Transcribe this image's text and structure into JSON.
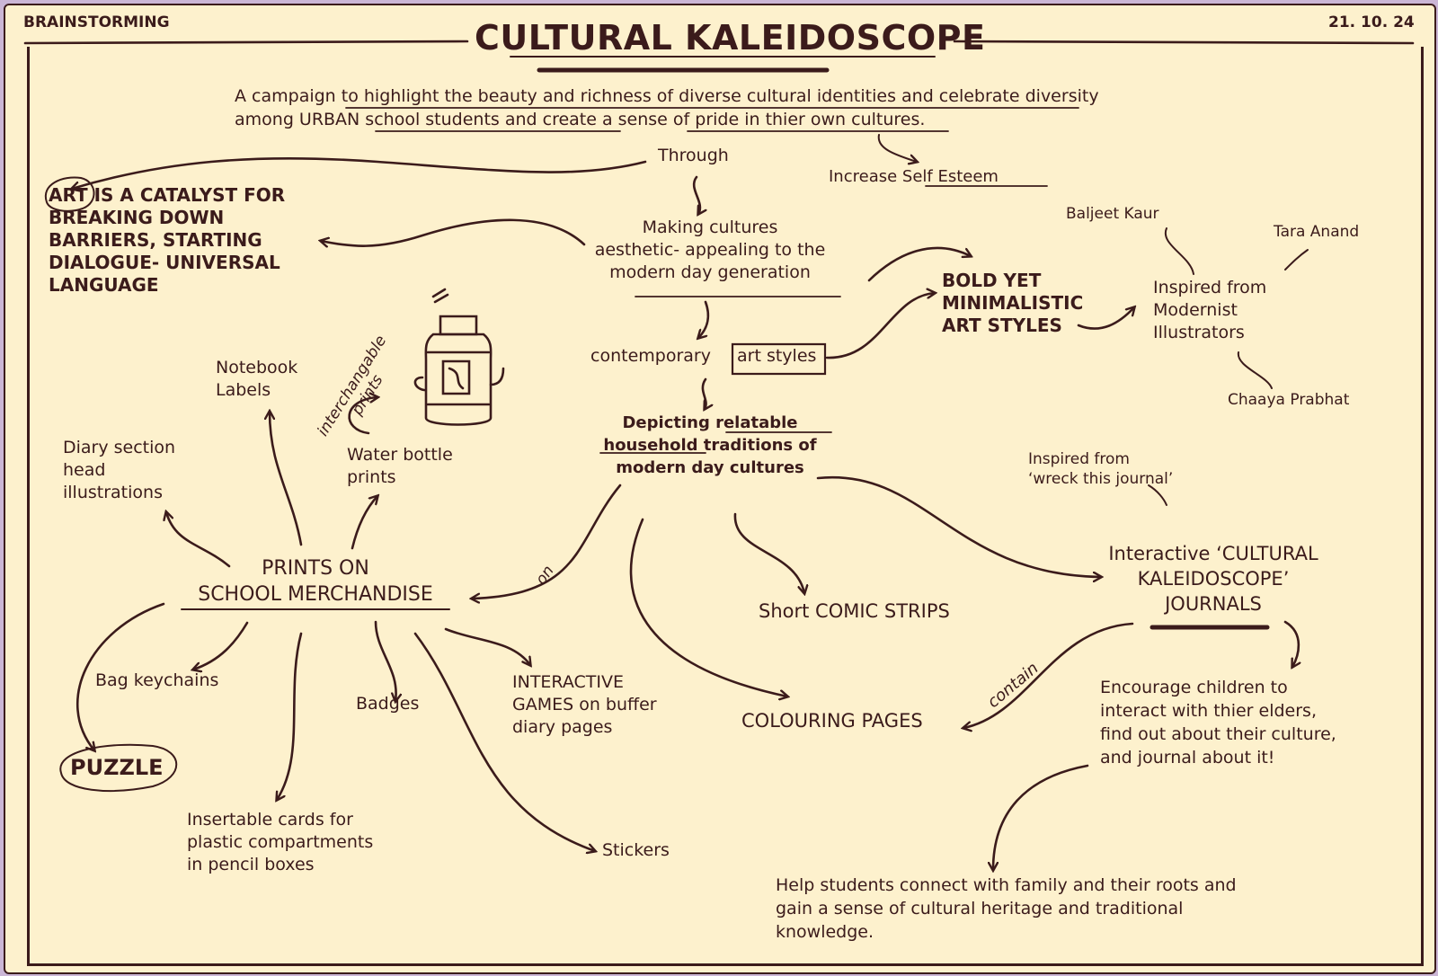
{
  "header": {
    "left_label": "BRAINSTORMING",
    "title": "CULTURAL KALEIDOSCOPE",
    "date": "21. 10. 24"
  },
  "intro": {
    "line1": "A campaign to highlight the beauty and richness of diverse cultural identities and celebrate diversity",
    "line2": "among URBAN school students and create a sense of pride in thier own cultures."
  },
  "nodes": {
    "through": "Through",
    "increase_self_esteem": "Increase Self Esteem",
    "art_catalyst": [
      "ART IS A CATALYST FOR",
      "BREAKING DOWN",
      "BARRIERS, STARTING",
      "DIALOGUE- UNIVERSAL",
      "LANGUAGE"
    ],
    "making_cultures": [
      "Making cultures",
      "aesthetic- appealing to the",
      "modern day generation"
    ],
    "bold_yet": [
      "BOLD YET",
      "MINIMALISTIC",
      "ART STYLES"
    ],
    "inspired_modernist": [
      "Inspired from",
      "Modernist",
      "Illustrators"
    ],
    "baljeet": "Baljeet Kaur",
    "tara": "Tara Anand",
    "chaaya": "Chaaya Prabhat",
    "contemporary": "contemporary",
    "art_styles": "art styles",
    "interchangable": [
      "interchangable",
      "prints"
    ],
    "depicting": [
      "Depicting relatable",
      "household traditions of",
      "modern day cultures"
    ],
    "notebook_labels": [
      "Notebook",
      "Labels"
    ],
    "water_bottle": [
      "Water bottle",
      "prints"
    ],
    "diary_section": [
      "Diary section",
      "head",
      "illustrations"
    ],
    "prints_on": [
      "PRINTS ON",
      "SCHOOL MERCHANDISE"
    ],
    "on_label": "on",
    "bag_keychains": "Bag keychains",
    "badges": "Badges",
    "interactive_games": [
      "INTERACTIVE",
      "GAMES on buffer",
      "diary pages"
    ],
    "puzzle": "PUZZLE",
    "insertable_cards": [
      "Insertable cards for",
      "plastic compartments",
      "in pencil boxes"
    ],
    "stickers": "Stickers",
    "short_comic": "Short COMIC STRIPS",
    "colouring_pages": "COLOURING PAGES",
    "contain_label": "contain",
    "wreck_journal": [
      "Inspired from",
      "‘wreck this journal’"
    ],
    "interactive_journals": [
      "Interactive ‘CULTURAL",
      "KALEIDOSCOPE’",
      "JOURNALS"
    ],
    "encourage": [
      "Encourage children to",
      "interact with thier elders,",
      "find out about their culture,",
      "and journal about it!"
    ],
    "help_students": [
      "Help students connect with family and their roots and",
      "gain a sense of cultural heritage and traditional",
      "knowledge."
    ]
  },
  "colors": {
    "ink": "#3b1b1b",
    "paper": "#fdf1cd",
    "border": "#cbb6d6"
  }
}
